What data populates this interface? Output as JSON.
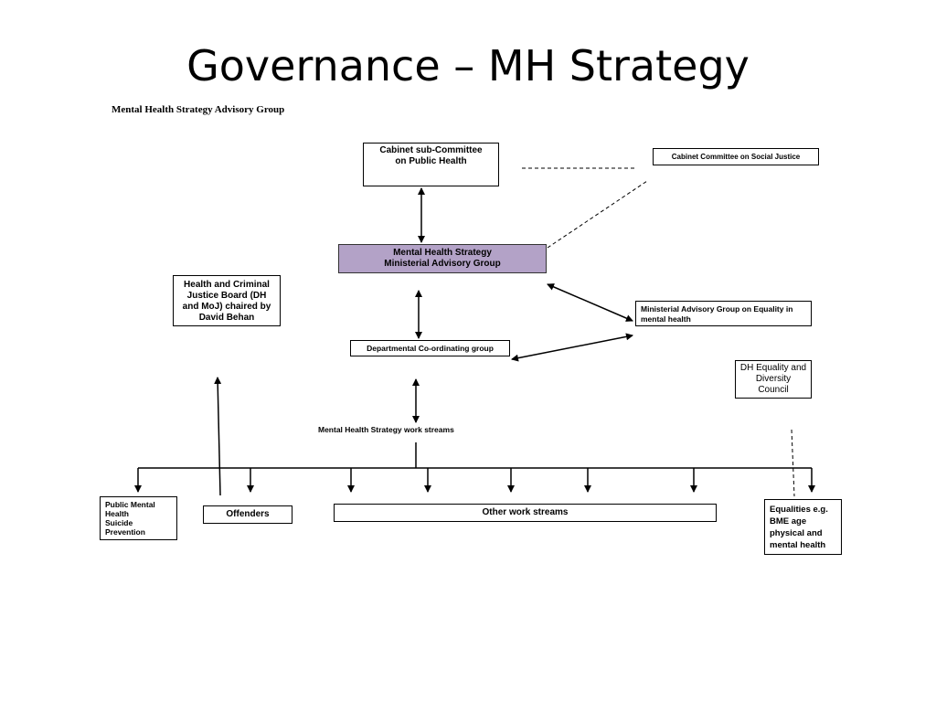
{
  "slide": {
    "title": "Governance – MH Strategy",
    "subtitle": "Mental Health Strategy Advisory Group"
  },
  "nodes": {
    "cabinet_subcommittee": {
      "lines": [
        "Cabinet sub-Committee",
        "on Public Health"
      ]
    },
    "cabinet_social_justice": {
      "lines": [
        "Cabinet Committee on Social Justice"
      ]
    },
    "mh_ministerial_advisory": {
      "lines": [
        "Mental Health Strategy",
        "Ministerial Advisory Group"
      ],
      "fill": "#b3a2c7"
    },
    "health_criminal_justice": {
      "lines": [
        "Health and Criminal",
        "Justice Board (DH",
        "and MoJ) chaired by",
        "David Behan"
      ]
    },
    "ministerial_equality": {
      "lines": [
        "Ministerial Advisory Group on Equality in",
        "mental health"
      ]
    },
    "departmental_coordinating": {
      "lines": [
        "Departmental Co-ordinating  group"
      ]
    },
    "dh_equality_council": {
      "lines": [
        "DH Equality and",
        "Diversity",
        "Council"
      ]
    },
    "work_streams_label": {
      "lines": [
        "Mental Health Strategy work streams"
      ]
    },
    "public_mental_health": {
      "lines": [
        "Public Mental",
        "Health",
        "Suicide",
        "Prevention"
      ]
    },
    "offenders": {
      "lines": [
        "Offenders"
      ]
    },
    "other_work_streams": {
      "lines": [
        "Other work streams"
      ]
    },
    "equalities": {
      "lines": [
        "Equalities e.g.",
        "BME age",
        "physical and",
        "mental health"
      ]
    }
  }
}
